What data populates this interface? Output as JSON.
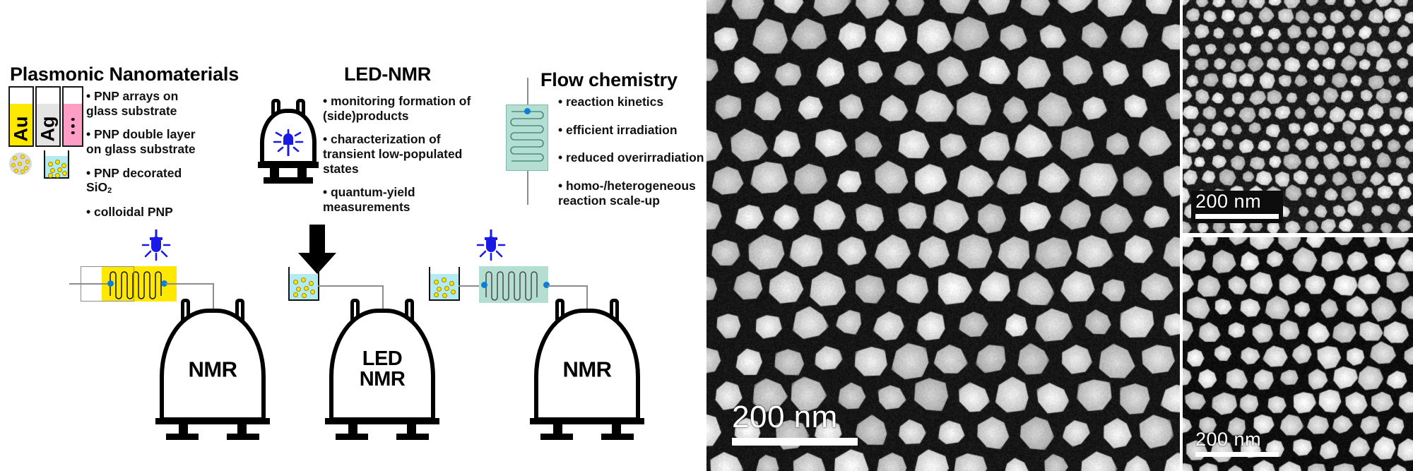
{
  "figure": {
    "columns": [
      {
        "id": "plasmonic",
        "title": "Plasmonic Nanomaterials",
        "bullets": [
          "• PNP arrays on glass substrate",
          "• PNP double layer on glass substrate",
          "• PNP decorated SiO",
          "• colloidal PNP"
        ],
        "bullet3_subscript": "2",
        "cuvettes": [
          {
            "label": "Au",
            "fill_color": "#ffe800"
          },
          {
            "label": "Ag",
            "fill_color": "#e4e4e4"
          },
          {
            "label": "",
            "fill_color": "#ff9ec4"
          }
        ]
      },
      {
        "id": "lednmr",
        "title": "LED-NMR",
        "bullets": [
          "• monitoring formation of (side)products",
          "• characterization of transient low-populated states",
          "• quantum-yield measurements"
        ]
      },
      {
        "id": "flow",
        "title": "Flow chemistry",
        "bullets": [
          "• reaction kinetics",
          "• efficient irradiation",
          "• reduced overirradiation",
          "• homo-/heterogeneous reaction scale-up"
        ]
      }
    ],
    "instruments": [
      {
        "id": "nmr-left",
        "label": "NMR",
        "reactor_color": "#ffe800"
      },
      {
        "id": "lednmr-mid",
        "label": "LED\nNMR",
        "label_line1": "LED",
        "label_line2": "NMR"
      },
      {
        "id": "nmr-right",
        "label": "NMR",
        "reactor_color": "#b5ded3"
      }
    ],
    "colors": {
      "gold": "#ffe800",
      "silver": "#e4e4e4",
      "pink": "#ff9ec4",
      "colloid_liquid": "#b4eaf2",
      "nanoparticle": "#ffe400",
      "teal_reactor": "#b5ded3",
      "led_blue": "#1a1ae6",
      "port_blue": "#0a7fd4",
      "tubing": "#8d8d8d",
      "sem_background": "#111111"
    },
    "sem_panels": [
      {
        "id": "sem-main",
        "scalebar": "200 nm"
      },
      {
        "id": "sem-top-right",
        "scalebar": "200 nm"
      },
      {
        "id": "sem-bottom-right",
        "scalebar": "200 nm"
      }
    ]
  }
}
